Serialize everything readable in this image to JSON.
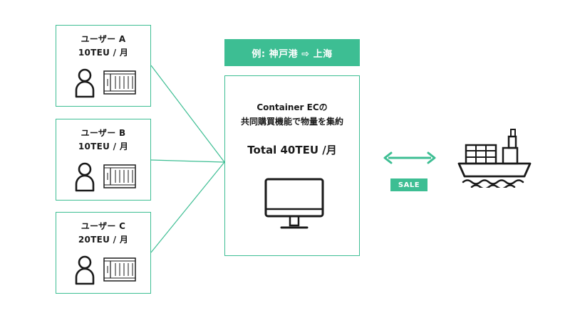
{
  "route_banner": "例: 神戸港 ⇨ 上海",
  "users": [
    {
      "name": "ユーザー A",
      "volume": "10TEU / 月"
    },
    {
      "name": "ユーザー B",
      "volume": "10TEU / 月"
    },
    {
      "name": "ユーザー C",
      "volume": "20TEU / 月"
    }
  ],
  "ec_box": {
    "line1": "Container ECの",
    "line2": "共同購買機能で物量を集約",
    "total": "Total  40TEU /月"
  },
  "sale_label": "SALE",
  "colors": {
    "accent": "#3dbe93",
    "ink": "#1a1a1a",
    "background": "#ffffff"
  },
  "icons": [
    "person-icon",
    "container-icon",
    "monitor-icon",
    "double-arrow-icon",
    "ship-icon"
  ]
}
